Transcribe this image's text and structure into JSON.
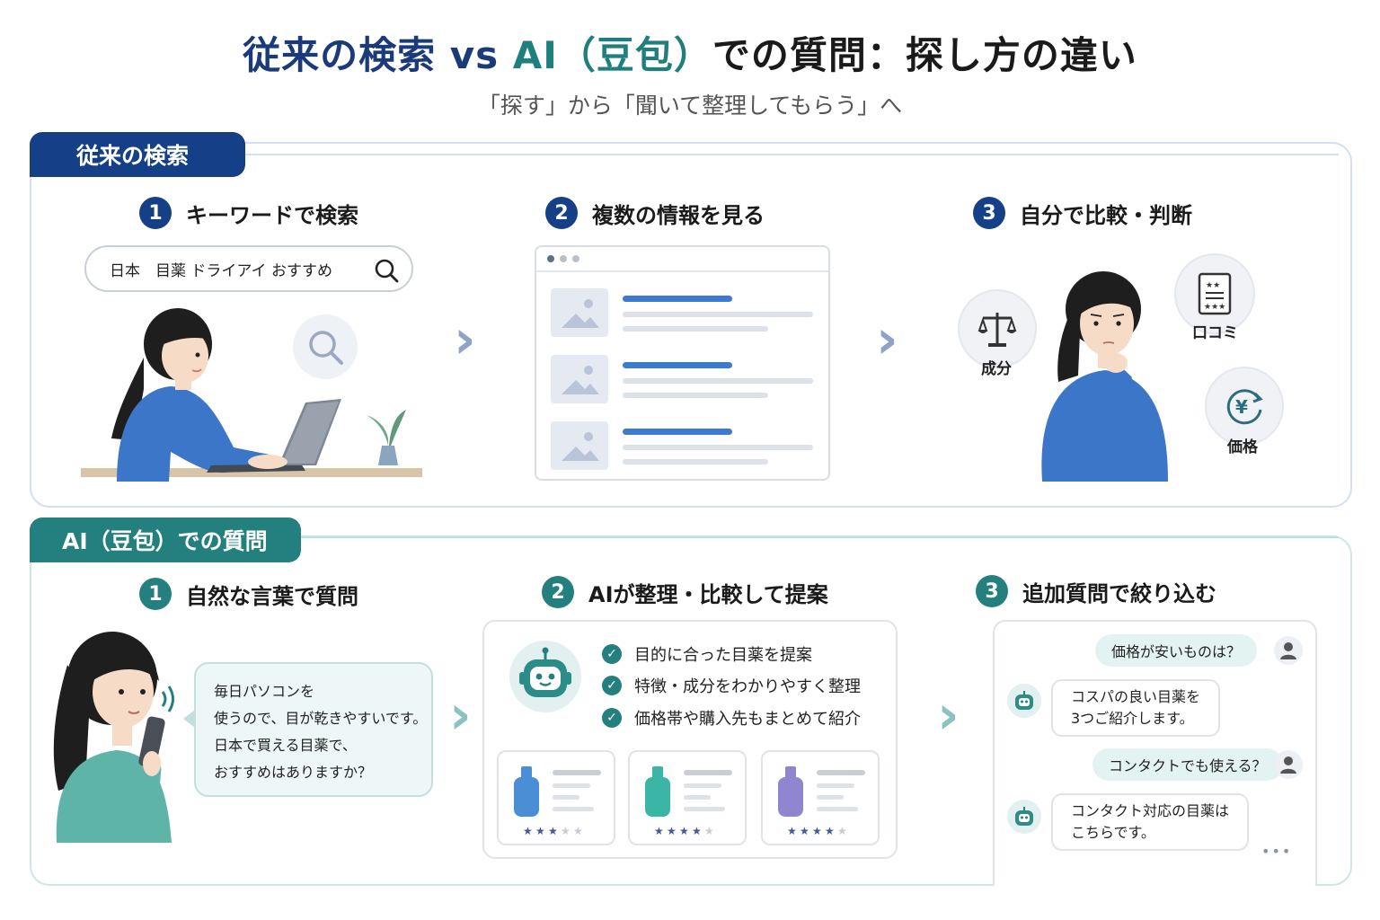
{
  "title": {
    "part1": "従来の検索 vs ",
    "part2": "AI（豆包）",
    "part3": "での質問：探し方の違い"
  },
  "subtitle": "「探す」から「聞いて整理してもらう」へ",
  "colors": {
    "navy": "#153f87",
    "teal": "#23807f"
  },
  "traditional": {
    "label": "従来の検索",
    "steps": [
      {
        "num": "1",
        "title": "キーワードで検索"
      },
      {
        "num": "2",
        "title": "複数の情報を見る"
      },
      {
        "num": "3",
        "title": "自分で比較・判断"
      }
    ],
    "search_query": "日本　目薬 ドライアイ おすすめ",
    "factors": [
      "成分",
      "口コミ",
      "価格"
    ]
  },
  "ai": {
    "label": "AI（豆包）での質問",
    "steps": [
      {
        "num": "1",
        "title": "自然な言葉で質問"
      },
      {
        "num": "2",
        "title": "AIが整理・比較して提案"
      },
      {
        "num": "3",
        "title": "追加質問で絞り込む"
      }
    ],
    "question_lines": [
      "毎日パソコンを",
      "使うので、目が乾きやすいです。",
      "日本で買える目薬で、",
      "おすすめはありますか？"
    ],
    "checks": [
      "目的に合った目薬を提案",
      "特徴・成分をわかりやすく整理",
      "価格帯や購入先もまとめて紹介"
    ],
    "products": [
      {
        "color": "#4a8fd6",
        "rating": 3
      },
      {
        "color": "#3bb5a6",
        "rating": 4
      },
      {
        "color": "#8f86cf",
        "rating": 4
      }
    ],
    "chat": [
      {
        "role": "user",
        "lines": [
          "価格が安いものは？"
        ]
      },
      {
        "role": "bot",
        "lines": [
          "コスパの良い目薬を",
          "3つご紹介します。"
        ]
      },
      {
        "role": "user",
        "lines": [
          "コンタクトでも使える？"
        ]
      },
      {
        "role": "bot",
        "lines": [
          "コンタクト対応の目薬は",
          "こちらです。"
        ]
      }
    ],
    "more": "•••"
  }
}
